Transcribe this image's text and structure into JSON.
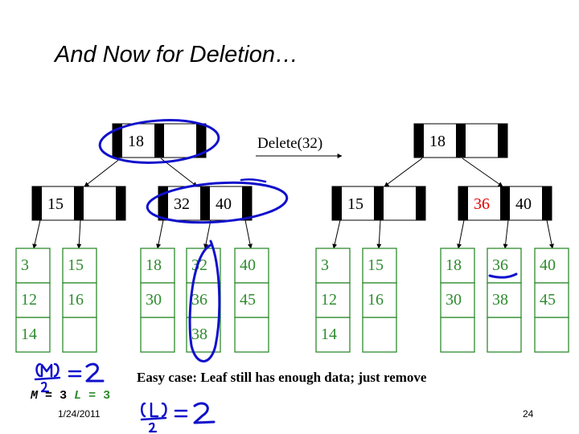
{
  "slide": {
    "title": "And Now for Deletion…",
    "caption": "Easy case: Leaf still has enough data; just remove",
    "params": {
      "m_label": "M",
      "m_value": "3",
      "l_label": "L",
      "l_value": "3",
      "equals": "="
    },
    "date": "1/24/2011",
    "page": "24",
    "operation": "Delete(32)"
  },
  "colors": {
    "leaf": "#2e8b2e",
    "highlight_key": "#e00000",
    "annotation": "#1010cc"
  },
  "before": {
    "root": [
      "18",
      ""
    ],
    "internal": [
      [
        "15",
        ""
      ],
      [
        "32",
        "40"
      ]
    ],
    "leaves": [
      [
        "3",
        "12",
        "14"
      ],
      [
        "15",
        "16",
        ""
      ],
      [
        "18",
        "30",
        ""
      ],
      [
        "32",
        "36",
        "38"
      ],
      [
        "40",
        "45",
        ""
      ]
    ]
  },
  "after": {
    "root": [
      "18",
      ""
    ],
    "internal": [
      [
        "15",
        ""
      ],
      [
        "36",
        "40"
      ]
    ],
    "leaves": [
      [
        "3",
        "12",
        "14"
      ],
      [
        "15",
        "16",
        ""
      ],
      [
        "18",
        "30",
        ""
      ],
      [
        "36",
        "38",
        ""
      ],
      [
        "40",
        "45",
        ""
      ]
    ],
    "highlight_key": "36"
  },
  "handwriting": {
    "notes": [
      "⌈M/2⌉=2",
      "⌈L/2⌉=2"
    ]
  }
}
